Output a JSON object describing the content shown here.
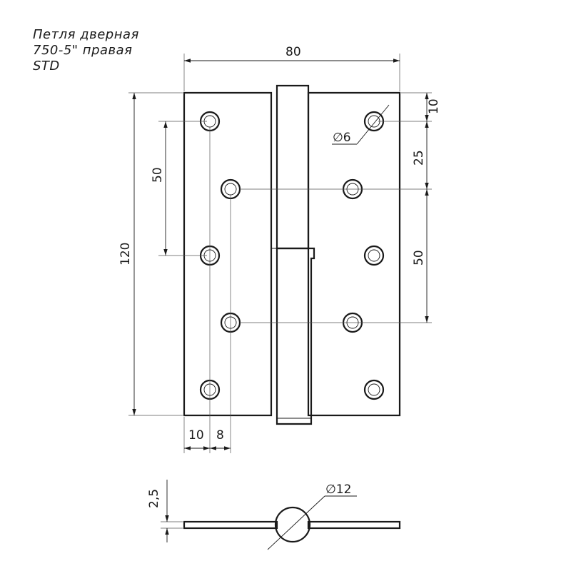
{
  "title": {
    "line1": "Петля  дверная",
    "line2": "750-5\" правая",
    "line3": "STD"
  },
  "dimensions": {
    "width": "80",
    "height": "120",
    "edge_to_hole_top": "10",
    "hole_spacing_25": "25",
    "hole_spacing_50_right": "50",
    "hole_spacing_50_left": "50",
    "edge_offset_left": "10",
    "hole_offset": "8",
    "hole_diameter": "∅6",
    "knuckle_diameter": "∅12",
    "thickness": "2,5"
  }
}
